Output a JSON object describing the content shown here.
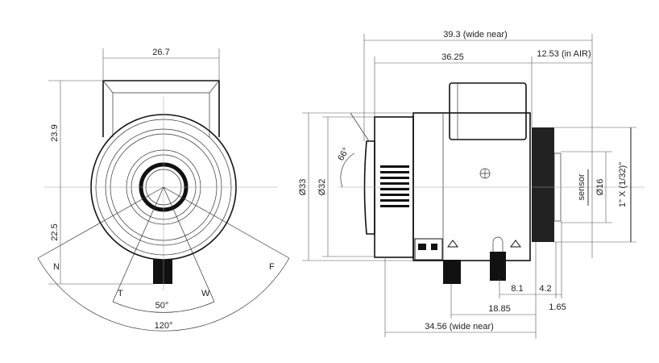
{
  "front_view": {
    "width_label": "26.7",
    "top_height_label": "23.9",
    "bottom_height_label": "22.5",
    "near_label": "N",
    "far_label": "F",
    "tele_label": "T",
    "wide_label": "W",
    "inner_angle_label": "50°",
    "outer_angle_label": "120°"
  },
  "side_view": {
    "overall_label": "39.3 (wide near)",
    "body_length_label": "36.25",
    "back_focus_label": "12.53 (in AIR)",
    "outer_diameter_label": "Ø33",
    "inner_diameter_label": "Ø32",
    "angle_label": "66°",
    "sensor_label": "sensor",
    "sensor_diameter_label": "Ø16",
    "thread_label": "1\" X (1/32)\"",
    "dim_8_1": "8.1",
    "dim_4_2": "4.2",
    "dim_1_65": "1.65",
    "dim_18_85": "18.85",
    "dim_34_56": "34.56 (wide near)"
  }
}
